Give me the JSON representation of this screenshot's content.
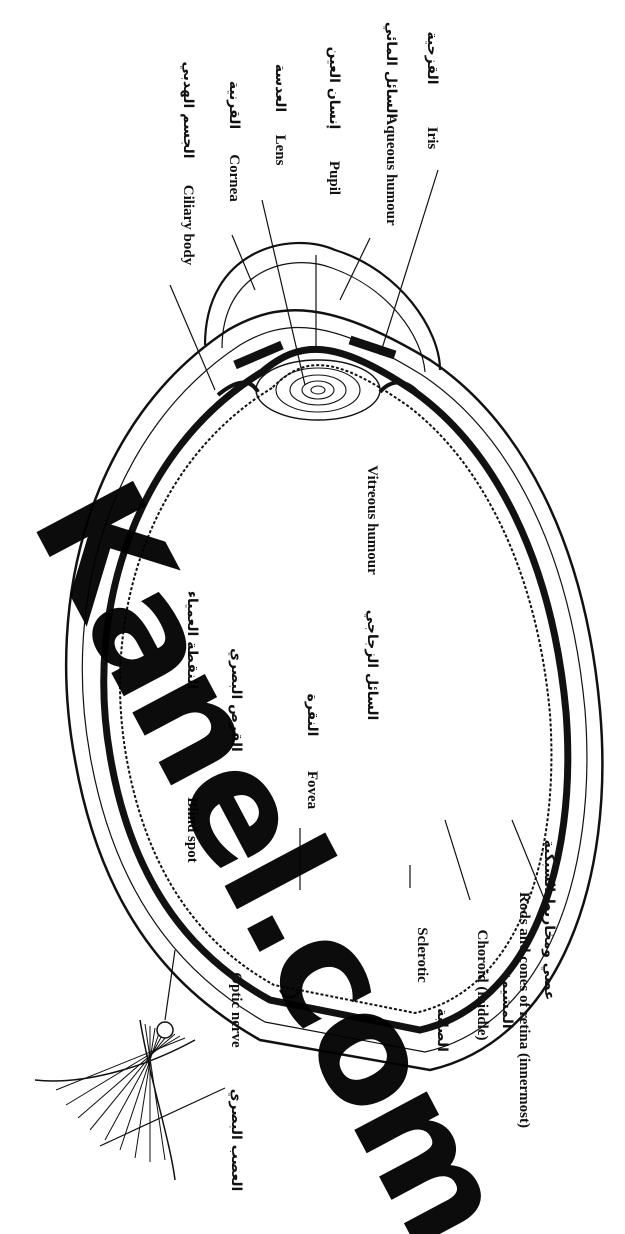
{
  "diagram": {
    "labels": [
      {
        "id": "iris",
        "en": "Iris",
        "ar": "القزحية"
      },
      {
        "id": "aqueous",
        "en": "Aqueous humour",
        "ar": "السائل المائي"
      },
      {
        "id": "pupil",
        "en": "Pupil",
        "ar": "إنسان العين"
      },
      {
        "id": "lens",
        "en": "Lens",
        "ar": "العدسة"
      },
      {
        "id": "cornea",
        "en": "Cornea",
        "ar": "القرنية"
      },
      {
        "id": "ciliary",
        "en": "Ciliary body",
        "ar": "الجسم الهدبي"
      },
      {
        "id": "vitreous",
        "en": "Vitreous humour",
        "ar": "السائل الزجاجي"
      },
      {
        "id": "fovea",
        "en": "Fovea",
        "ar": "النقرة"
      },
      {
        "id": "blind-spot",
        "en": "Blind spot",
        "ar": "النقطة العمياء"
      },
      {
        "id": "optic-disc",
        "en": "",
        "ar": "القرص البصري"
      },
      {
        "id": "retina",
        "en": "Rods and cones of retina (innermost)",
        "ar": "عصي ومخاريط الشبكية"
      },
      {
        "id": "choroid",
        "en": "Choroid (middle)",
        "ar": "المشيمة"
      },
      {
        "id": "sclerotic",
        "en": "Sclerotic",
        "ar": "الصلبة"
      },
      {
        "id": "optic-nerve",
        "en": "Optic nerve",
        "ar": "العصب البصري"
      }
    ],
    "watermark": {
      "text": "Kanel.com"
    }
  }
}
